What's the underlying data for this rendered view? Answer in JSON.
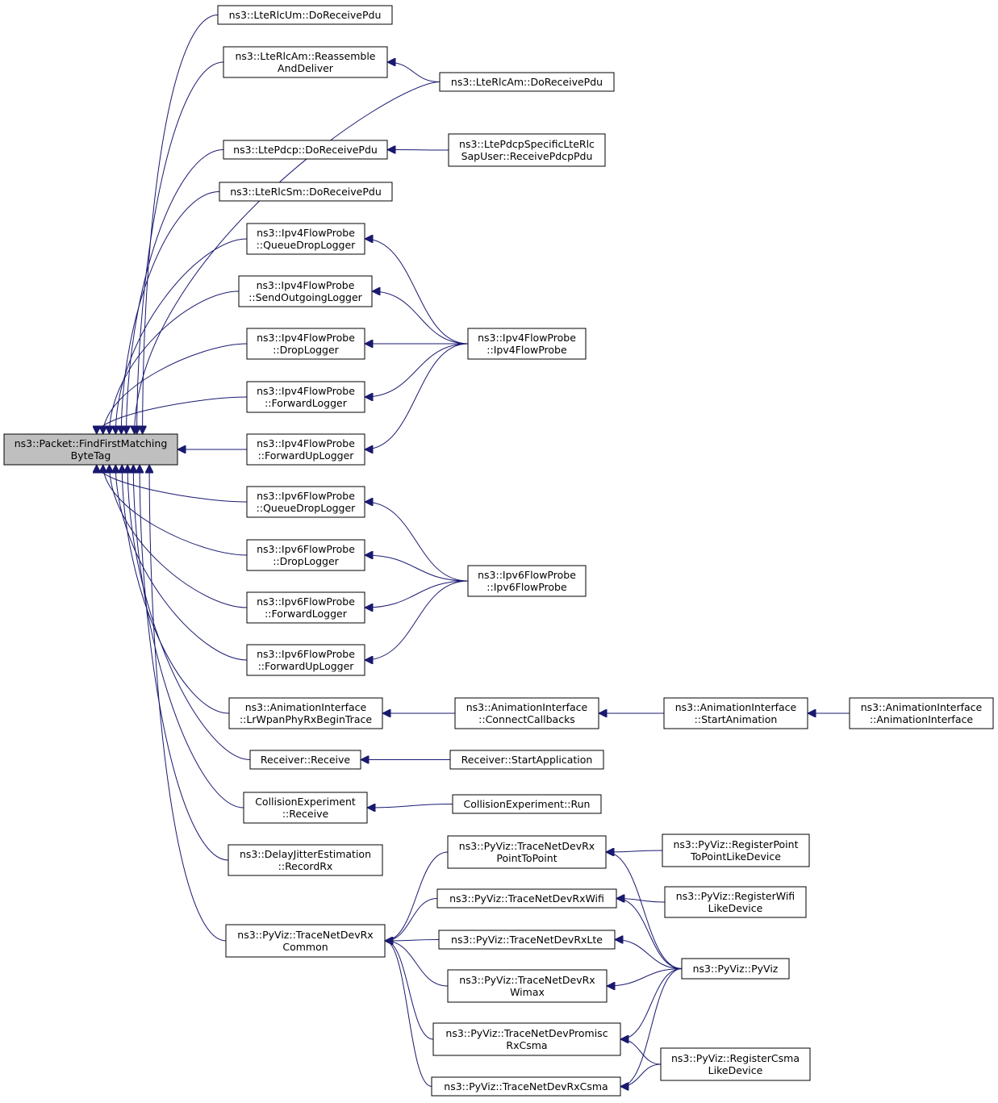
{
  "diagram": {
    "type": "call-graph",
    "root": "find_first_matching",
    "edge_color": "#191970",
    "root_fill": "#bfbfbf",
    "nodes": {
      "find_first_matching": [
        "ns3::Packet::FindFirstMatching",
        "ByteTag"
      ],
      "rlcum_doreceive": [
        "ns3::LteRlcUm::DoReceivePdu"
      ],
      "rlcam_reassemble": [
        "ns3::LteRlcAm::Reassemble",
        "AndDeliver"
      ],
      "rlcam_doreceive": [
        "ns3::LteRlcAm::DoReceivePdu"
      ],
      "pdcp_doreceive": [
        "ns3::LtePdcp::DoReceivePdu"
      ],
      "pdcp_sapuser": [
        "ns3::LtePdcpSpecificLteRlc",
        "SapUser::ReceivePdcpPdu"
      ],
      "rlcsm_doreceive": [
        "ns3::LteRlcSm::DoReceivePdu"
      ],
      "ipv4_queuedrop": [
        "ns3::Ipv4FlowProbe",
        "::QueueDropLogger"
      ],
      "ipv4_sendout": [
        "ns3::Ipv4FlowProbe",
        "::SendOutgoingLogger"
      ],
      "ipv4_drop": [
        "ns3::Ipv4FlowProbe",
        "::DropLogger"
      ],
      "ipv4_forward": [
        "ns3::Ipv4FlowProbe",
        "::ForwardLogger"
      ],
      "ipv4_forwardup": [
        "ns3::Ipv4FlowProbe",
        "::ForwardUpLogger"
      ],
      "ipv4_ctor": [
        "ns3::Ipv4FlowProbe",
        "::Ipv4FlowProbe"
      ],
      "ipv6_queuedrop": [
        "ns3::Ipv6FlowProbe",
        "::QueueDropLogger"
      ],
      "ipv6_drop": [
        "ns3::Ipv6FlowProbe",
        "::DropLogger"
      ],
      "ipv6_forward": [
        "ns3::Ipv6FlowProbe",
        "::ForwardLogger"
      ],
      "ipv6_forwardup": [
        "ns3::Ipv6FlowProbe",
        "::ForwardUpLogger"
      ],
      "ipv6_ctor": [
        "ns3::Ipv6FlowProbe",
        "::Ipv6FlowProbe"
      ],
      "anim_lrwpan": [
        "ns3::AnimationInterface",
        "::LrWpanPhyRxBeginTrace"
      ],
      "anim_connect": [
        "ns3::AnimationInterface",
        "::ConnectCallbacks"
      ],
      "anim_start": [
        "ns3::AnimationInterface",
        "::StartAnimation"
      ],
      "anim_ctor": [
        "ns3::AnimationInterface",
        "::AnimationInterface"
      ],
      "recv_receive": [
        "Receiver::Receive"
      ],
      "recv_startapp": [
        "Receiver::StartApplication"
      ],
      "coll_receive": [
        "CollisionExperiment",
        "::Receive"
      ],
      "coll_run": [
        "CollisionExperiment::Run"
      ],
      "delay_recordrx": [
        "ns3::DelayJitterEstimation",
        "::RecordRx"
      ],
      "pyviz_common": [
        "ns3::PyViz::TraceNetDevRx",
        "Common"
      ],
      "pyviz_p2p": [
        "ns3::PyViz::TraceNetDevRx",
        "PointToPoint"
      ],
      "pyviz_reg_p2p": [
        "ns3::PyViz::RegisterPoint",
        "ToPointLikeDevice"
      ],
      "pyviz_wifi": [
        "ns3::PyViz::TraceNetDevRxWifi"
      ],
      "pyviz_reg_wifi": [
        "ns3::PyViz::RegisterWifi",
        "LikeDevice"
      ],
      "pyviz_lte": [
        "ns3::PyViz::TraceNetDevRxLte"
      ],
      "pyviz_pyviz": [
        "ns3::PyViz::PyViz"
      ],
      "pyviz_wimax": [
        "ns3::PyViz::TraceNetDevRx",
        "Wimax"
      ],
      "pyviz_promisc": [
        "ns3::PyViz::TraceNetDevPromisc",
        "RxCsma"
      ],
      "pyviz_reg_csma": [
        "ns3::PyViz::RegisterCsma",
        "LikeDevice"
      ],
      "pyviz_csma": [
        "ns3::PyViz::TraceNetDevRxCsma"
      ]
    },
    "edges": [
      [
        "rlcum_doreceive",
        "find_first_matching"
      ],
      [
        "rlcam_reassemble",
        "find_first_matching"
      ],
      [
        "rlcam_doreceive",
        "find_first_matching"
      ],
      [
        "rlcam_doreceive",
        "rlcam_reassemble"
      ],
      [
        "pdcp_doreceive",
        "find_first_matching"
      ],
      [
        "pdcp_sapuser",
        "pdcp_doreceive"
      ],
      [
        "rlcsm_doreceive",
        "find_first_matching"
      ],
      [
        "ipv4_queuedrop",
        "find_first_matching"
      ],
      [
        "ipv4_sendout",
        "find_first_matching"
      ],
      [
        "ipv4_drop",
        "find_first_matching"
      ],
      [
        "ipv4_forward",
        "find_first_matching"
      ],
      [
        "ipv4_forwardup",
        "find_first_matching"
      ],
      [
        "ipv4_ctor",
        "ipv4_queuedrop"
      ],
      [
        "ipv4_ctor",
        "ipv4_sendout"
      ],
      [
        "ipv4_ctor",
        "ipv4_drop"
      ],
      [
        "ipv4_ctor",
        "ipv4_forward"
      ],
      [
        "ipv4_ctor",
        "ipv4_forwardup"
      ],
      [
        "ipv6_queuedrop",
        "find_first_matching"
      ],
      [
        "ipv6_drop",
        "find_first_matching"
      ],
      [
        "ipv6_forward",
        "find_first_matching"
      ],
      [
        "ipv6_forwardup",
        "find_first_matching"
      ],
      [
        "ipv6_ctor",
        "ipv6_queuedrop"
      ],
      [
        "ipv6_ctor",
        "ipv6_drop"
      ],
      [
        "ipv6_ctor",
        "ipv6_forward"
      ],
      [
        "ipv6_ctor",
        "ipv6_forwardup"
      ],
      [
        "anim_lrwpan",
        "find_first_matching"
      ],
      [
        "anim_connect",
        "anim_lrwpan"
      ],
      [
        "anim_start",
        "anim_connect"
      ],
      [
        "anim_ctor",
        "anim_start"
      ],
      [
        "recv_receive",
        "find_first_matching"
      ],
      [
        "recv_startapp",
        "recv_receive"
      ],
      [
        "coll_receive",
        "find_first_matching"
      ],
      [
        "coll_run",
        "coll_receive"
      ],
      [
        "delay_recordrx",
        "find_first_matching"
      ],
      [
        "pyviz_common",
        "find_first_matching"
      ],
      [
        "pyviz_p2p",
        "pyviz_common"
      ],
      [
        "pyviz_wifi",
        "pyviz_common"
      ],
      [
        "pyviz_lte",
        "pyviz_common"
      ],
      [
        "pyviz_wimax",
        "pyviz_common"
      ],
      [
        "pyviz_promisc",
        "pyviz_common"
      ],
      [
        "pyviz_csma",
        "pyviz_common"
      ],
      [
        "pyviz_reg_p2p",
        "pyviz_p2p"
      ],
      [
        "pyviz_reg_wifi",
        "pyviz_wifi"
      ],
      [
        "pyviz_pyviz",
        "pyviz_p2p"
      ],
      [
        "pyviz_pyviz",
        "pyviz_wifi"
      ],
      [
        "pyviz_pyviz",
        "pyviz_lte"
      ],
      [
        "pyviz_pyviz",
        "pyviz_wimax"
      ],
      [
        "pyviz_pyviz",
        "pyviz_promisc"
      ],
      [
        "pyviz_pyviz",
        "pyviz_csma"
      ],
      [
        "pyviz_reg_csma",
        "pyviz_promisc"
      ],
      [
        "pyviz_reg_csma",
        "pyviz_csma"
      ]
    ]
  }
}
